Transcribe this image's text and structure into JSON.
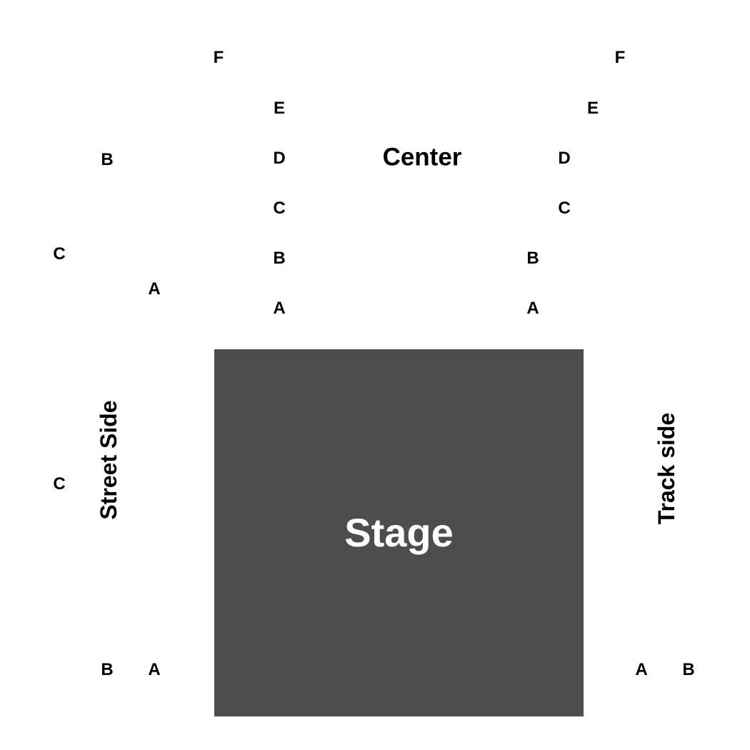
{
  "stage": {
    "label": "Stage",
    "color": "#4d4d4d"
  },
  "sections": {
    "center": {
      "title": "Center"
    },
    "street": {
      "title": "Street Side"
    },
    "track": {
      "title": "Track side"
    }
  },
  "rows": {
    "center_left": [
      "F",
      "E",
      "D",
      "C",
      "B",
      "A"
    ],
    "center_right": [
      "F",
      "E",
      "D",
      "C",
      "B",
      "A"
    ],
    "street_upper": [
      "B",
      "C",
      "A"
    ],
    "street_middle": [
      "C"
    ],
    "street_lower": [
      "B",
      "A"
    ],
    "track_lower": [
      "A",
      "B"
    ]
  }
}
